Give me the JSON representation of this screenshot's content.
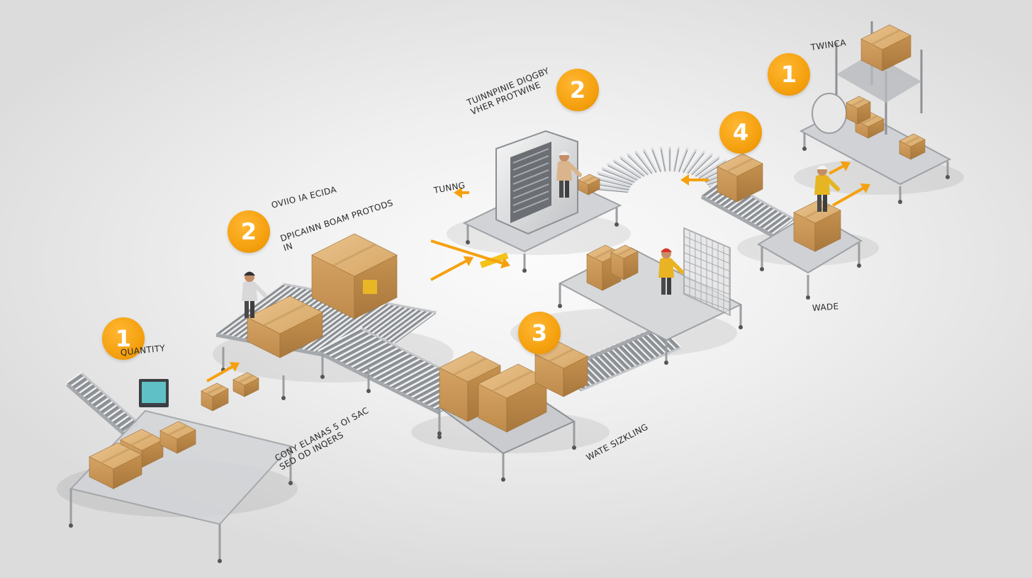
{
  "colors": {
    "accent": "#f5a10f",
    "cardboard": "#d9ab6f",
    "steel": "#b9bcc0",
    "background": "#f2f2f2"
  },
  "stations": [
    {
      "id": "st1",
      "step": "1",
      "caption": "QUANTITY"
    },
    {
      "id": "st2",
      "step": "2",
      "caption": "OVIIO IA ECIDA"
    },
    {
      "id": "st2b",
      "step": "2",
      "caption": "TUINNPINIE DIQGBY\nVHER PROTWINE"
    },
    {
      "id": "st3",
      "step": "3",
      "caption": "WATE SIZKLING"
    },
    {
      "id": "st4",
      "step": "4",
      "caption": ""
    },
    {
      "id": "st1b",
      "step": "1",
      "caption": "TWINCA"
    }
  ],
  "labels": {
    "receiving": "CONY ELANAS 5 OI SAC\nSED OD INQERS",
    "picking": "DPICAINN BOAM PROTODS\nIN",
    "tunng": "TUNNG",
    "wade": "WADE"
  },
  "icons": [
    "arrow-icon",
    "person-icon",
    "monitor-icon",
    "box-icon",
    "cage-icon",
    "machine-icon"
  ]
}
